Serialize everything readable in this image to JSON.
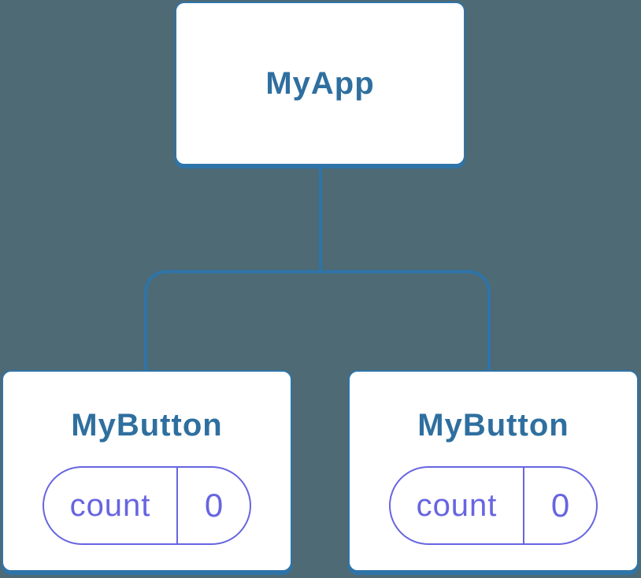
{
  "diagram": {
    "title": "component-state-tree",
    "root": {
      "label": "MyApp"
    },
    "children": [
      {
        "label": "MyButton",
        "state": {
          "name": "count",
          "value": "0"
        }
      },
      {
        "label": "MyButton",
        "state": {
          "name": "count",
          "value": "0"
        }
      }
    ]
  },
  "colors": {
    "background": "#4D6A75",
    "connector": "#2F74A8",
    "node_fill": "#FFFFFF",
    "node_border": "#2F74A8",
    "node_text": "#2E6F9F",
    "state_pill_outline": "#6765E0",
    "state_pill_text": "#6765E0"
  }
}
